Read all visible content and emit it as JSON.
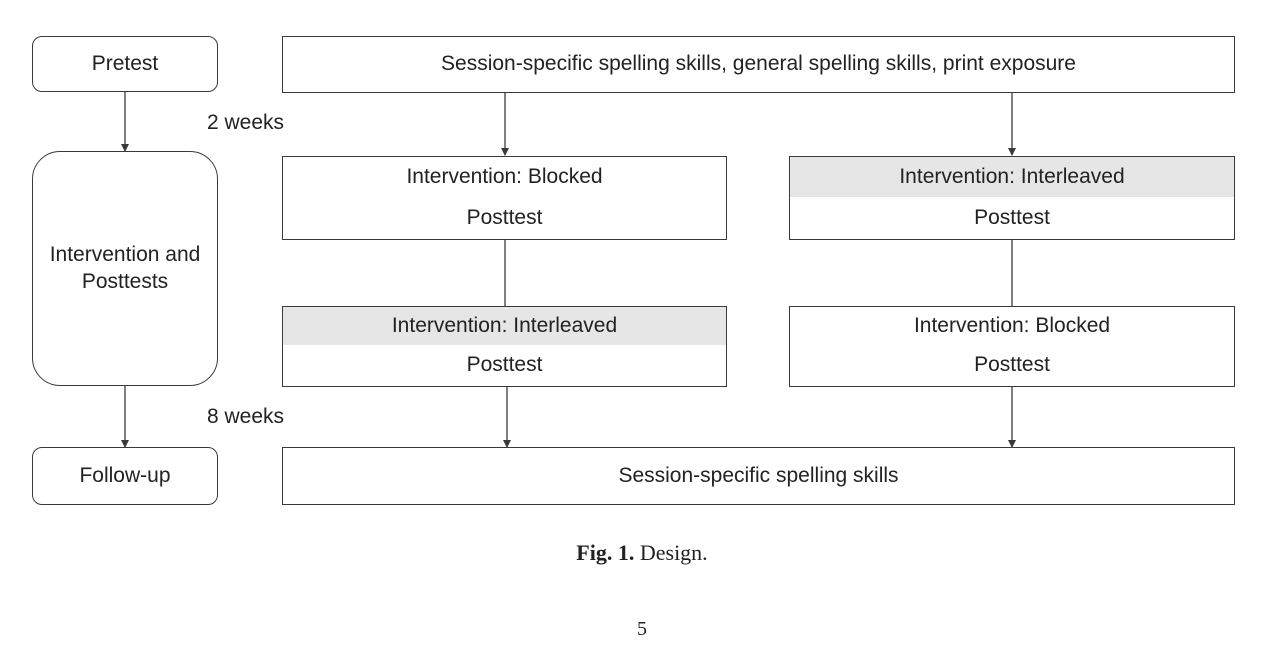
{
  "left_column": {
    "pretest": "Pretest",
    "intervention_posttests": "Intervention and Posttests",
    "followup": "Follow-up"
  },
  "intervals": {
    "first": "2 weeks",
    "second": "8 weeks"
  },
  "top_measures": "Session-specific spelling skills, general spelling skills, print exposure",
  "bottom_measures": "Session-specific spelling skills",
  "group_a": {
    "session1": {
      "intervention": "Intervention: Blocked",
      "posttest": "Posttest"
    },
    "session2": {
      "intervention": "Intervention: Interleaved",
      "posttest": "Posttest"
    }
  },
  "group_b": {
    "session1": {
      "intervention": "Intervention: Interleaved",
      "posttest": "Posttest"
    },
    "session2": {
      "intervention": "Intervention: Blocked",
      "posttest": "Posttest"
    }
  },
  "caption": {
    "label": "Fig. 1.",
    "text": "Design."
  },
  "page_number": "5",
  "colors": {
    "shaded_fill": "#e6e6e6",
    "stroke": "#3a3a3a"
  }
}
